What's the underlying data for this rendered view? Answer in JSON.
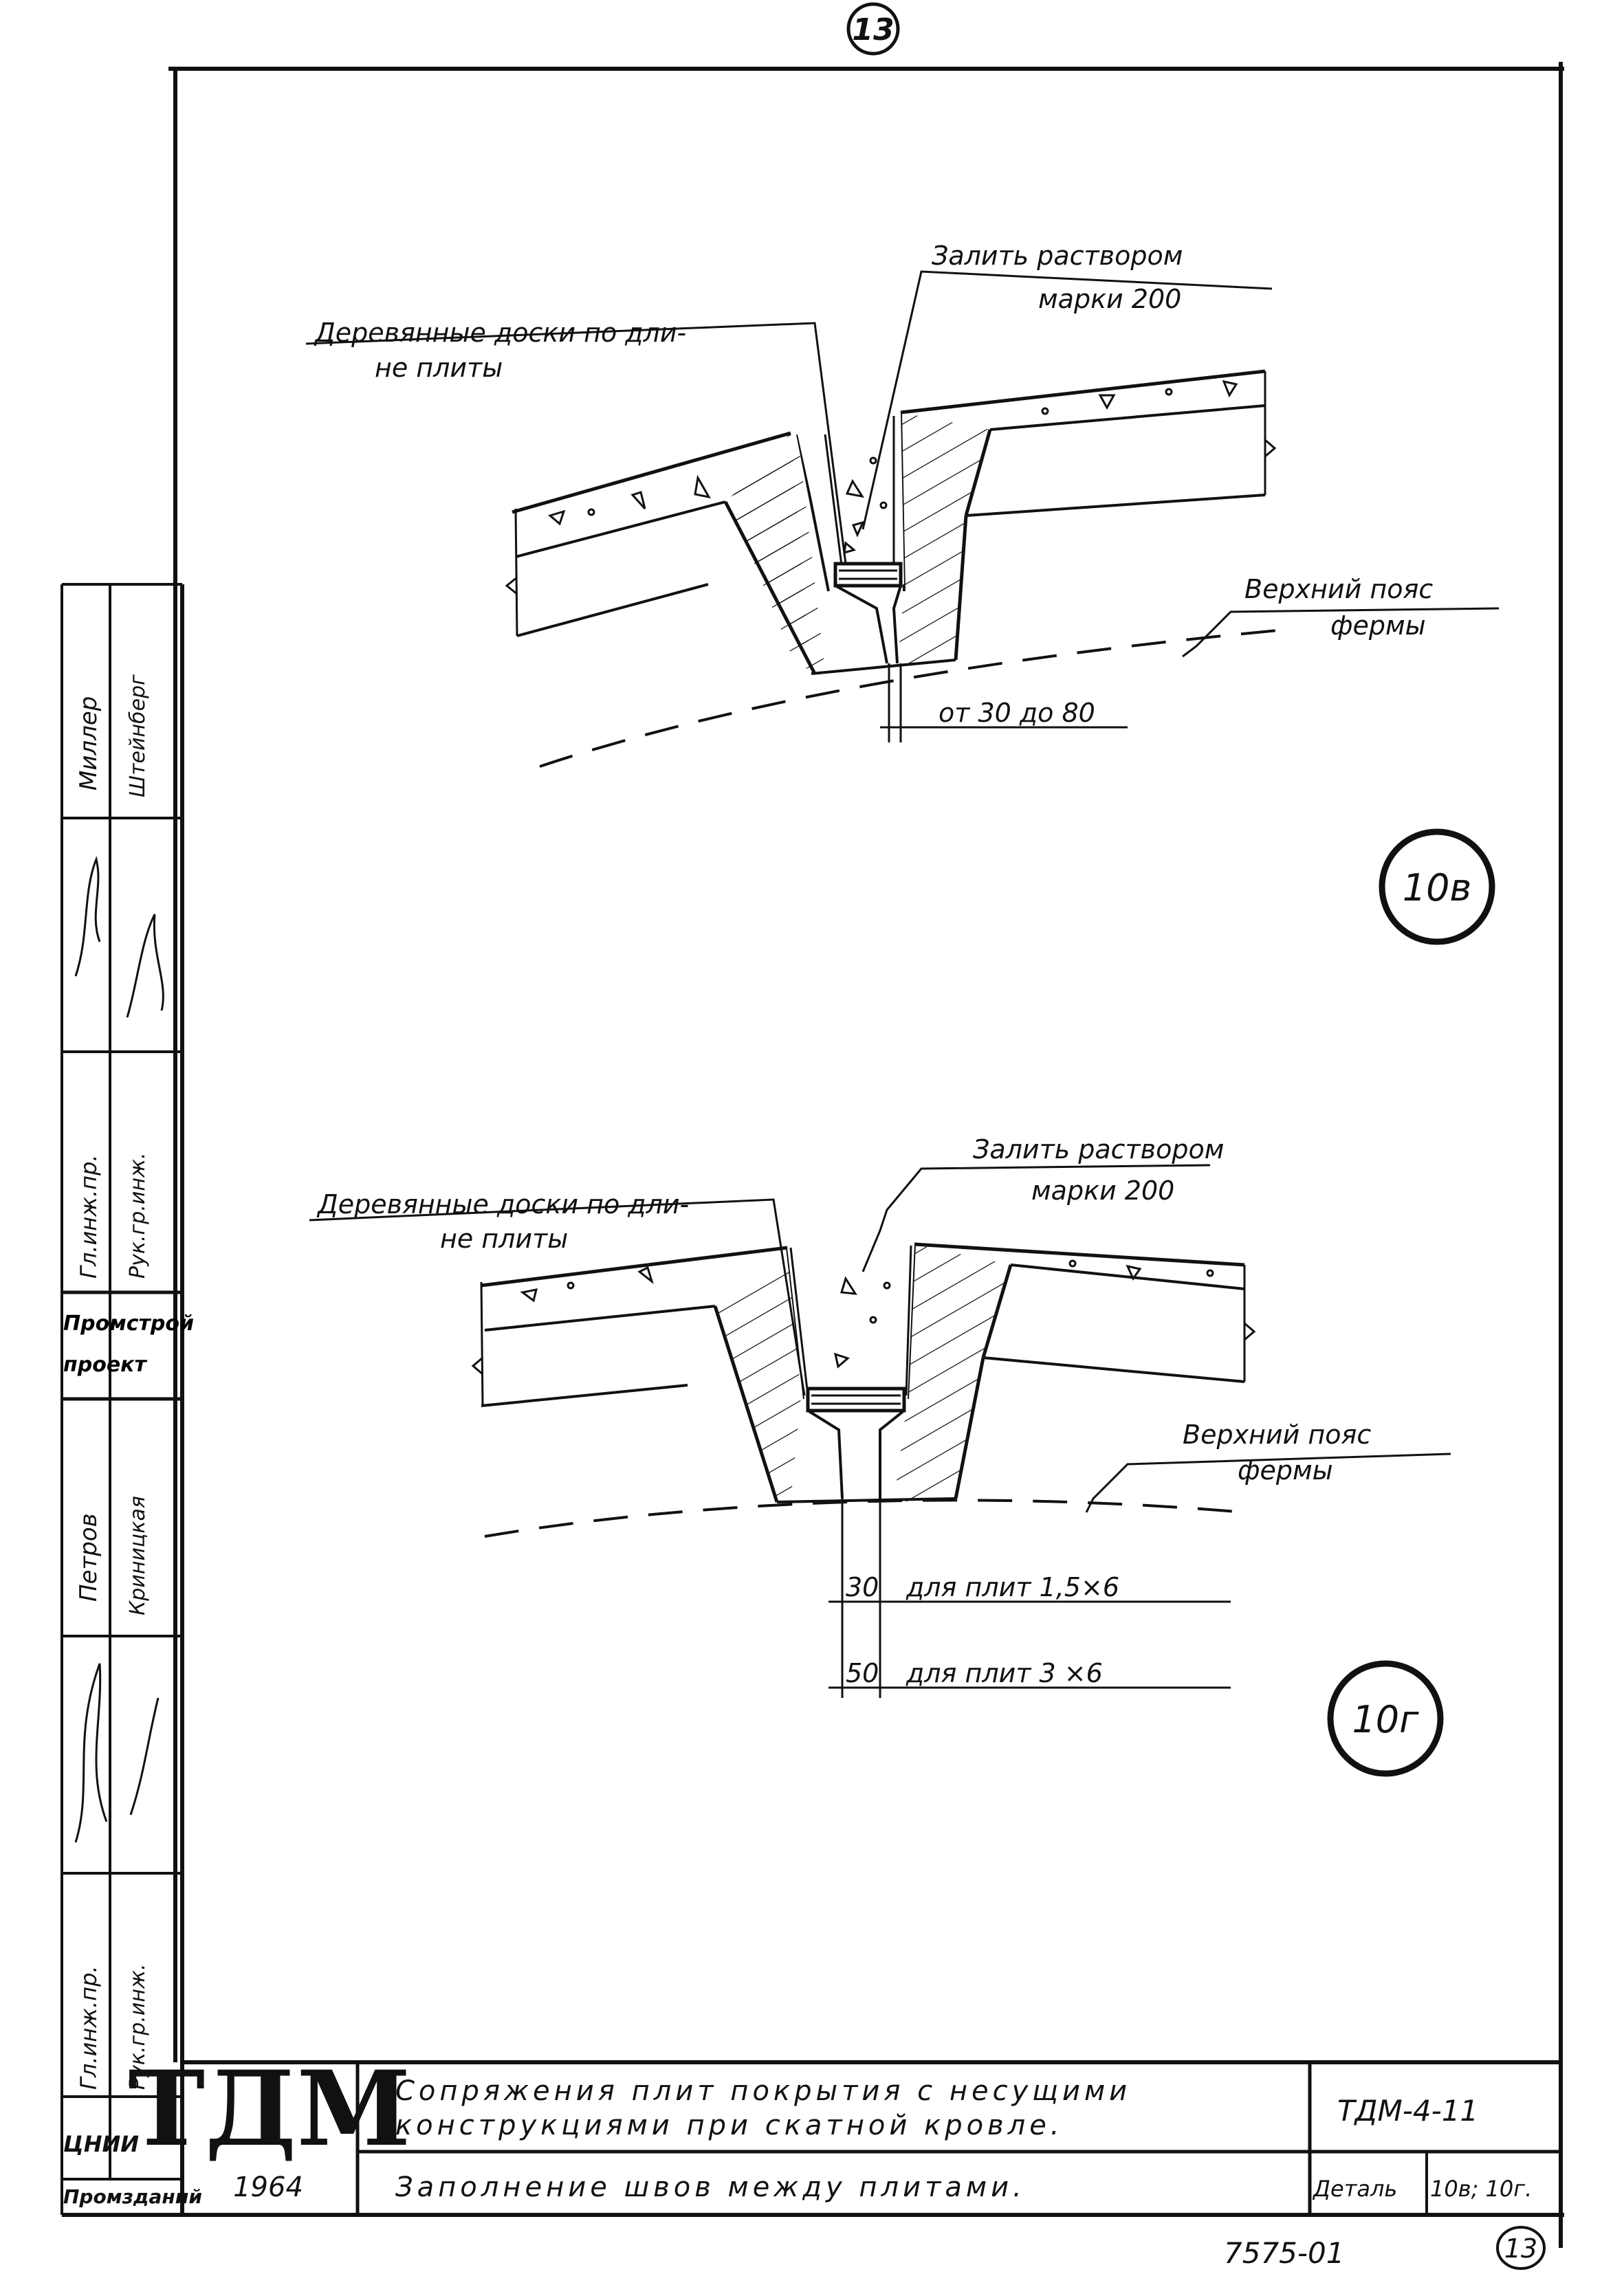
{
  "sheet_number_top": "13",
  "detail_a": {
    "leader_left": "Деревянные доски по дли-",
    "leader_left_2": "не плиты",
    "leader_top": "Залить раствором",
    "leader_top_2": "марки 200",
    "leader_right": "Верхний пояс",
    "leader_right_2": "фермы",
    "dimension": "от 30 до 80",
    "mark": "10в"
  },
  "detail_b": {
    "leader_left": "Деревянные доски по дли-",
    "leader_left_2": "не плиты",
    "leader_top": "Залить раствором",
    "leader_top_2": "марки 200",
    "leader_right": "Верхний пояс",
    "leader_right_2": "фермы",
    "dim1_value": "30",
    "dim1_text": "для плит 1,5×6",
    "dim2_value": "50",
    "dim2_text": "для плит 3 ×6",
    "mark": "10г"
  },
  "side_stamp": {
    "col1": [
      "Миллер",
      "Гл.инж.пр.",
      "Петров",
      "Гл.инж.пр."
    ],
    "col2": [
      "Штейнберг",
      "Рук.гр.инж.",
      "Криницкая",
      "Рук.гр.инж."
    ],
    "org1": "Промстрой",
    "org2": "проект",
    "org3": "ЦНИИ",
    "org4": "Промзданий"
  },
  "title_block": {
    "logo": "ТДМ",
    "year": "1964",
    "title_line1": "Сопряжения плит покрытия с несущими",
    "title_line2": "конструкциями при скатной кровле.",
    "subtitle": "Заполнение швов между плитами.",
    "code": "ТДМ-4-11",
    "detail_label": "Деталь",
    "detail_value": "10в; 10г."
  },
  "footer_number": "7575-01",
  "page_number": "13"
}
